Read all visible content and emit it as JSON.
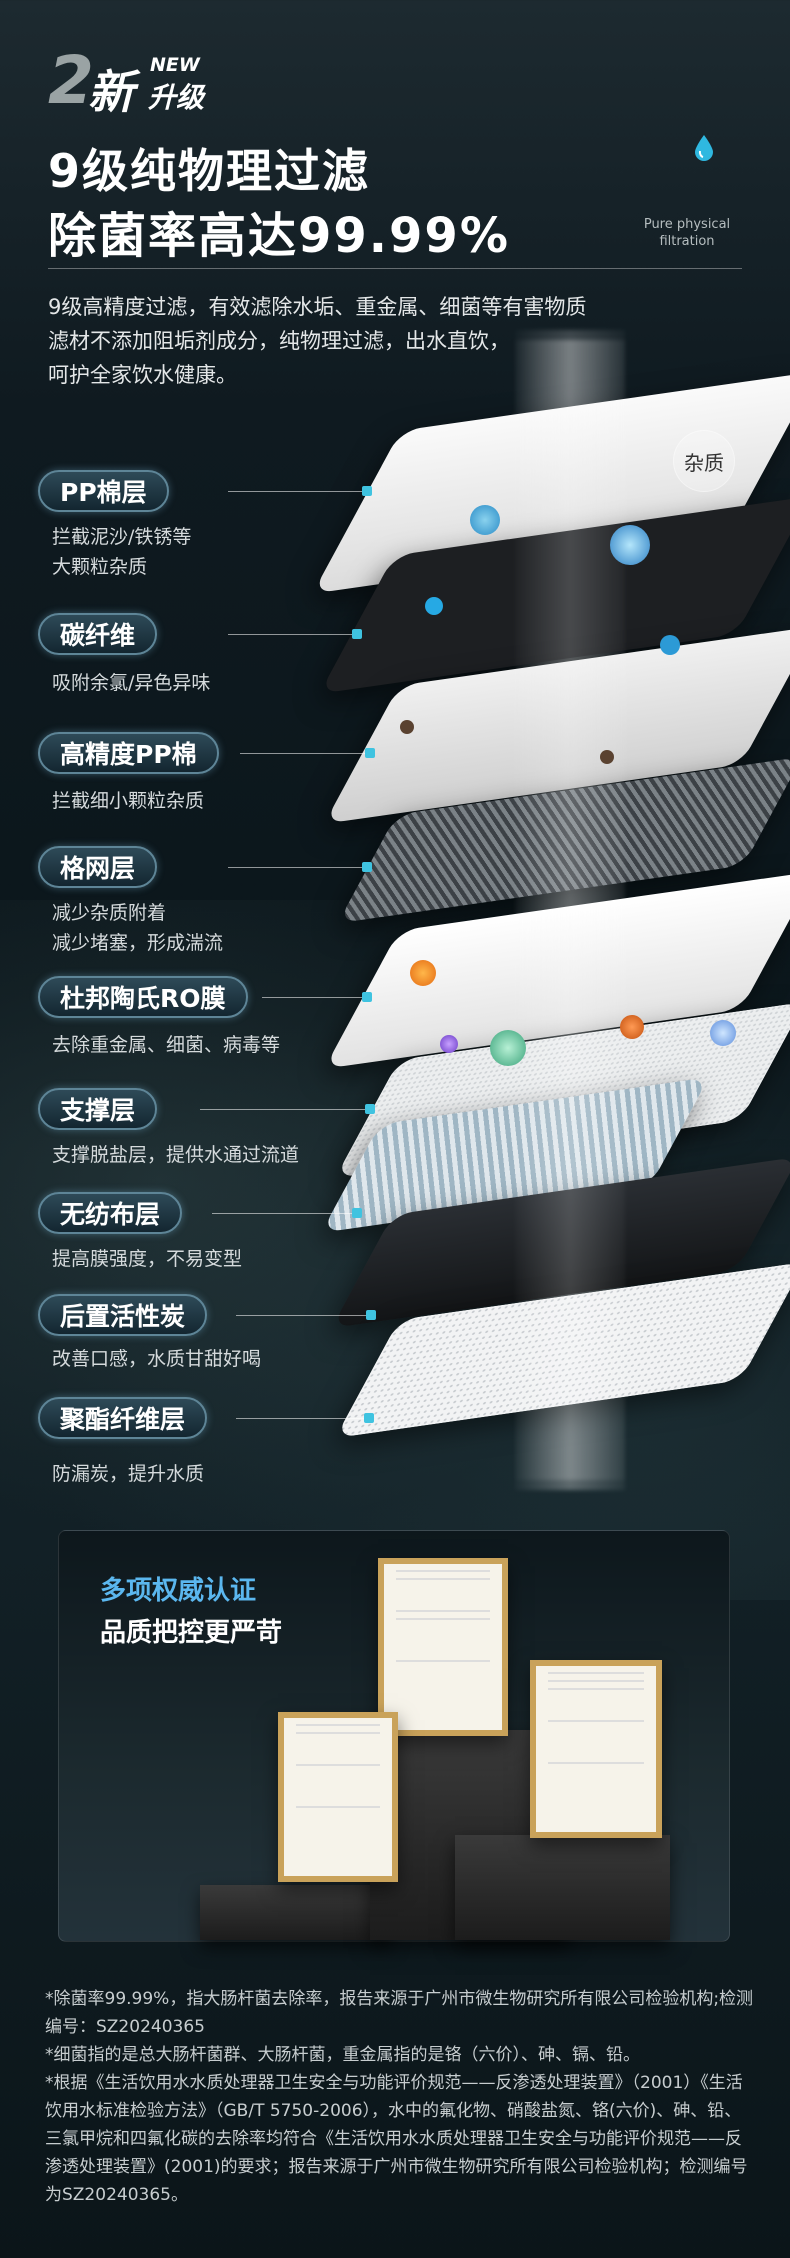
{
  "badge": {
    "num": "2",
    "xin": "新",
    "new": "NEW",
    "upgrade": "升级"
  },
  "headline": {
    "line1": "9级纯物理过滤",
    "line2": "除菌率高达99.99%"
  },
  "pure": {
    "line1": "Pure physical",
    "line2": "filtration"
  },
  "intro": [
    "9级高精度过滤，有效滤除水垢、重金属、细菌等有害物质",
    "滤材不添加阻垢剂成分，纯物理过滤，出水直饮，",
    "呵护全家饮水健康。"
  ],
  "impurity_label": "杂质",
  "layers": [
    {
      "name": "PP棉层",
      "desc": [
        "拦截泥沙/铁锈等",
        "大颗粒杂质"
      ]
    },
    {
      "name": "碳纤维",
      "desc": [
        "吸附余氯/异色异味"
      ]
    },
    {
      "name": "高精度PP棉",
      "desc": [
        "拦截细小颗粒杂质"
      ]
    },
    {
      "name": "格网层",
      "desc": [
        "减少杂质附着",
        "减少堵塞，形成湍流"
      ]
    },
    {
      "name": "杜邦陶氏RO膜",
      "desc": [
        "去除重金属、细菌、病毒等"
      ]
    },
    {
      "name": "支撑层",
      "desc": [
        "支撑脱盐层，提供水通过流道"
      ]
    },
    {
      "name": "无纺布层",
      "desc": [
        "提高膜强度，不易变型"
      ]
    },
    {
      "name": "后置活性炭",
      "desc": [
        "改善口感，水质甘甜好喝"
      ]
    },
    {
      "name": "聚酯纤维层",
      "desc": [
        "防漏炭，提升水质"
      ]
    }
  ],
  "cert": {
    "title": "多项权威认证",
    "subtitle": "品质把控更严苛"
  },
  "notes": [
    "*除菌率99.99%，指大肠杆菌去除率，报告来源于广州市微生物研究所有限公司检验机构;检测编号：SZ20240365",
    "*细菌指的是总大肠杆菌群、大肠杆菌，重金属指的是铬（六价）、砷、镉、铅。",
    "*根据《生活饮用水水质处理器卫生安全与功能评价规范——反渗透处理装置》（2001）《生活饮用水标准检验方法》（GB/T 5750-2006），水中的氟化物、硝酸盐氮、铬(六价)、砷、铅、三氯甲烷和四氟化碳的去除率均符合《生活饮用水水质处理器卫生安全与功能评价规范——反渗透处理装置》(2001)的要求；报告来源于广州市微生物研究所有限公司检验机构；检测编号为SZ20240365。"
  ],
  "colors": {
    "accent": "#3fc3e0",
    "cert_title": "#5bb7ef",
    "frame": "#c9a25a"
  }
}
